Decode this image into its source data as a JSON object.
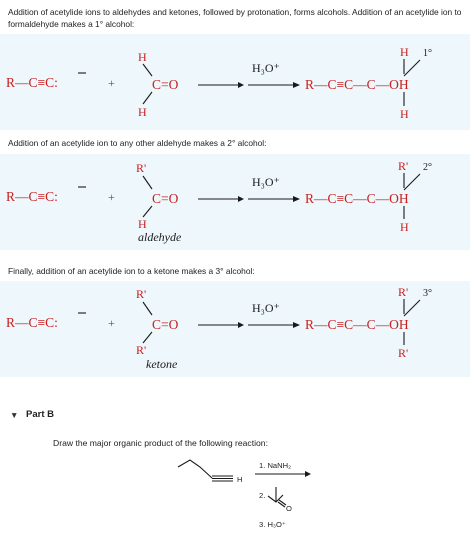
{
  "intro": {
    "p1": "Addition of acetylide ions to aldehydes and ketones, followed by protonation, forms alcohols. Addition of an acetylide ion to formaldehyde makes a 1° alcohol:",
    "p2": "Addition of an acetylide ion to any other aldehyde makes a 2° alcohol:",
    "p3": "Finally, addition of an acetylide ion to a ketone makes a 3° alcohol:"
  },
  "schemes": {
    "reagent": "H₃O⁺",
    "plus": "+",
    "acetylide": "R—C≡C:",
    "carbonyl": "C=O",
    "product_chain": "R—C≡C—C—OH",
    "s1": {
      "top": "H",
      "bottom": "H",
      "prod_top": "H",
      "prod_bottom": "H",
      "degree": "1°"
    },
    "s2": {
      "top": "R'",
      "bottom": "H",
      "prod_top": "R'",
      "prod_bottom": "H",
      "degree": "2°",
      "caption": "aldehyde"
    },
    "s3": {
      "top": "R'",
      "bottom": "R'",
      "prod_top": "R'",
      "prod_bottom": "R'",
      "degree": "3°",
      "caption": "ketone"
    }
  },
  "part_b": {
    "toggle": "▼",
    "title": "Part B",
    "question": "Draw the major organic product of the following reaction:",
    "alkyne_h": "H",
    "steps": [
      "1. NaNH₂",
      "2.",
      "3. H₃O⁺"
    ],
    "ketone_o": "O"
  },
  "colors": {
    "scheme_bg": "#eef7fb",
    "chem_red": "#c82020"
  }
}
